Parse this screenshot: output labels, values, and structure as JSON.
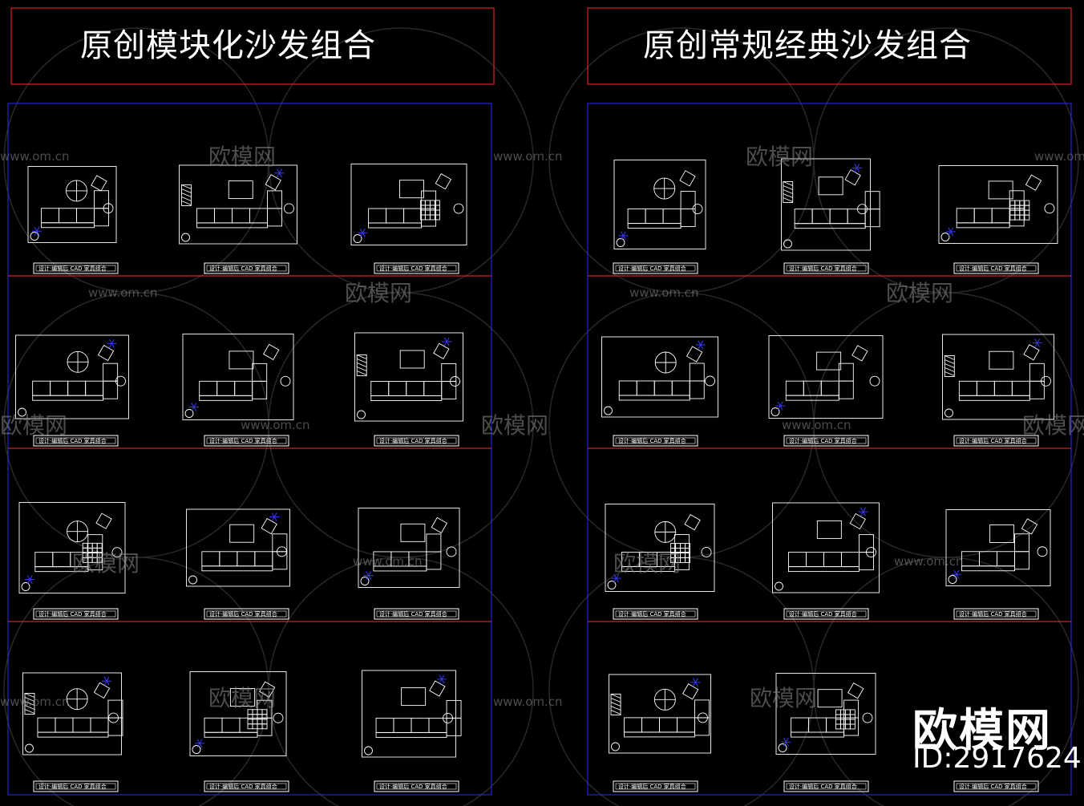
{
  "titles": {
    "left": "原创模块化沙发组合",
    "right": "原创常规经典沙发组合"
  },
  "title_block_label": "设计·编辑后 CAD 家具组合",
  "watermark": {
    "logo_text": "欧模网",
    "url_text": "www.om.cn",
    "brand": "欧模网",
    "id": "ID:2917624"
  },
  "colors": {
    "background": "#000000",
    "title_frame": "#ff2a2a",
    "outer_frame": "#2a2aff",
    "row_divider": "#ff2a2a",
    "linework": "#ffffff",
    "highlight": "#3a3aff"
  },
  "grid": {
    "columns_per_panel": 3,
    "rows": 4
  }
}
